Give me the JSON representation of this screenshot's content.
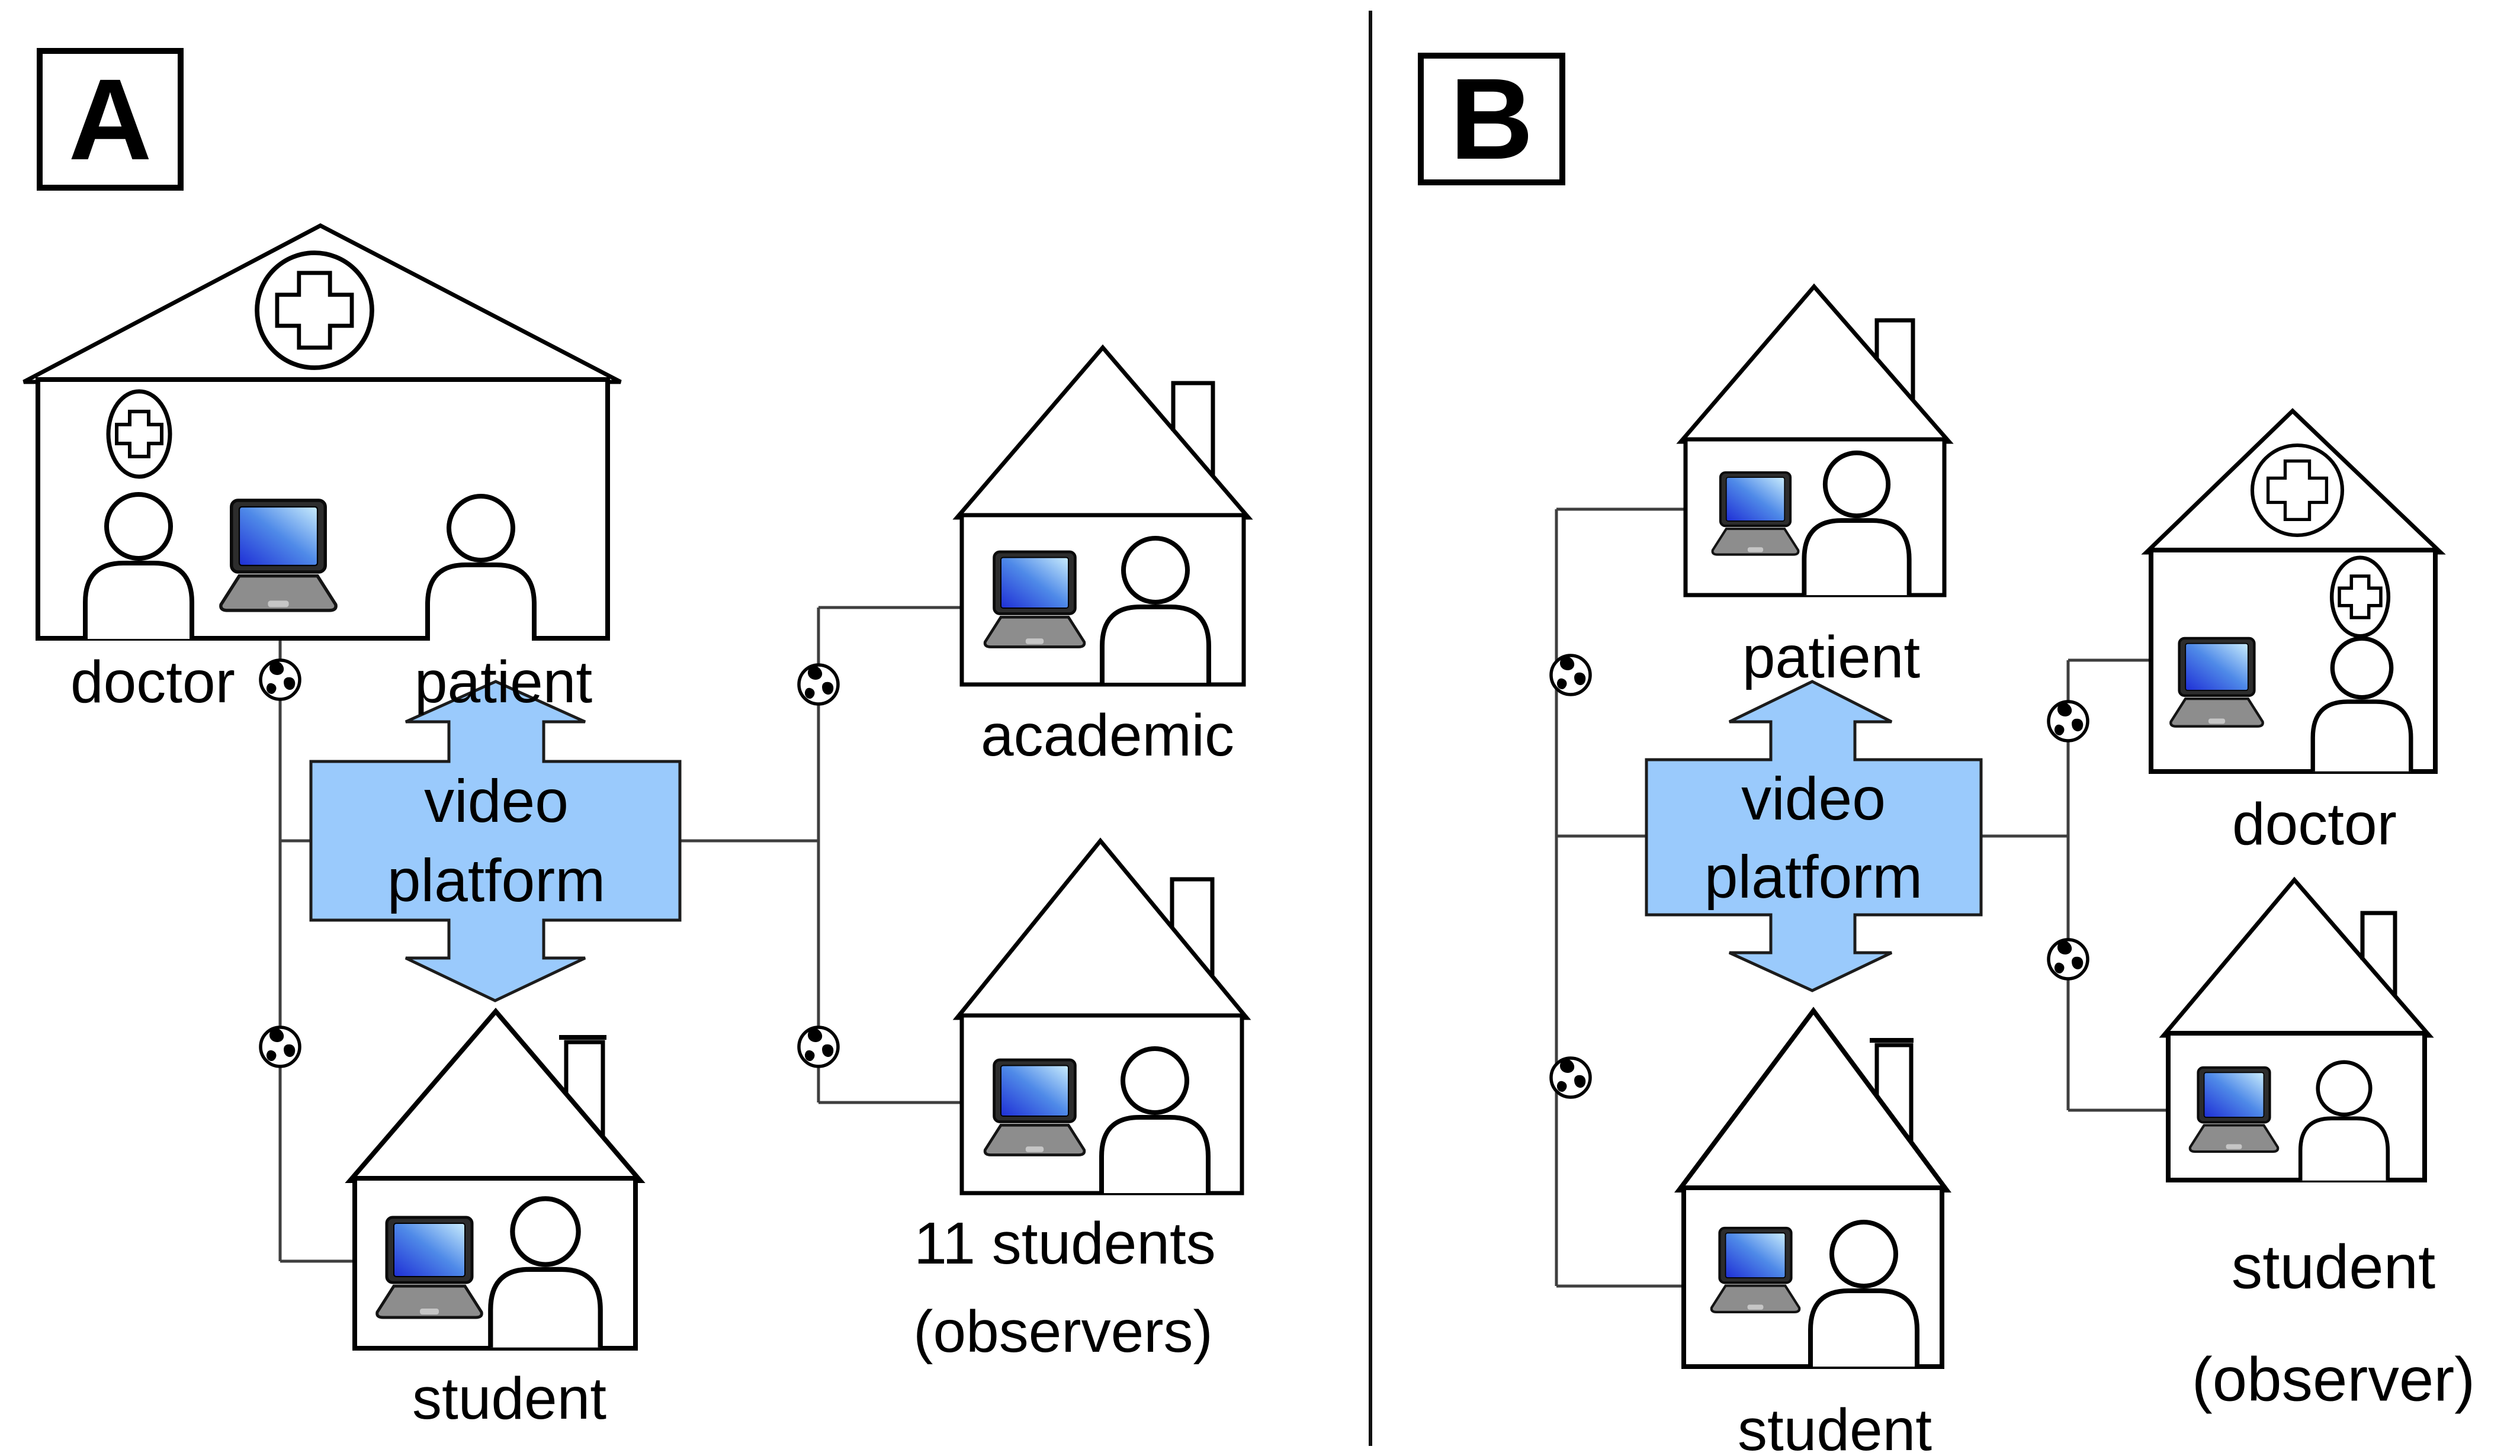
{
  "figure": {
    "description": "Two-panel telemedicine setup diagram",
    "colors": {
      "platform_fill": "#9ACAFC",
      "outline": "#000000",
      "connector": "#3f3f3f",
      "laptop_screen_gradient": [
        "#1f2fd6",
        "#4f8ae8",
        "#c9ecfd"
      ]
    },
    "icons": {
      "globe": "globe-icon",
      "laptop": "laptop-icon",
      "person": "person-icon",
      "medical_cross": "medical-cross-circle-icon",
      "doctor_badge": "doctor-badge-icon",
      "house": "house-icon"
    }
  },
  "panel_a": {
    "tag": "A",
    "platform": {
      "line1": "video",
      "line2": "platform"
    },
    "labels": {
      "doctor": "doctor",
      "patient": "patient",
      "academic": "academic",
      "students_line1": "11 students",
      "students_line2": "(observers)",
      "student": "student"
    }
  },
  "panel_b": {
    "tag": "B",
    "platform": {
      "line1": "video",
      "line2": "platform"
    },
    "labels": {
      "patient": "patient",
      "doctor": "doctor",
      "student": "student",
      "observer_line1": "student",
      "observer_line2": "(observer)"
    }
  }
}
